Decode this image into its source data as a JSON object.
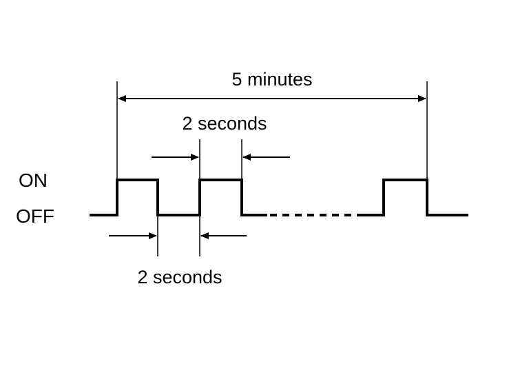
{
  "labels": {
    "on": "ON",
    "off": "OFF",
    "total_period": "5 minutes",
    "on_duration": "2 seconds",
    "off_duration": "2 seconds"
  },
  "colors": {
    "line": "#000000",
    "background": "#ffffff"
  }
}
